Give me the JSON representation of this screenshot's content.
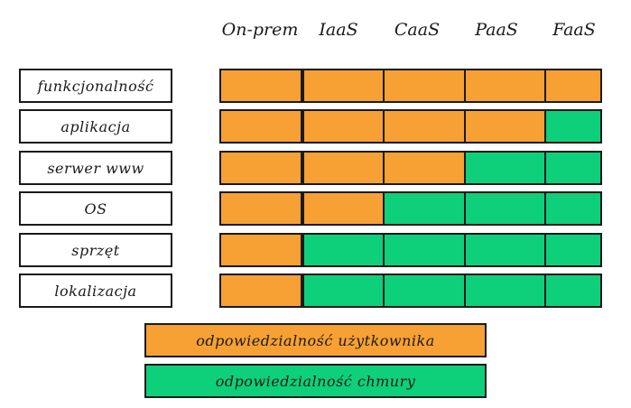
{
  "colors": {
    "user": "#f7a033",
    "cloud": "#0ed07a"
  },
  "columns": [
    "On-prem",
    "IaaS",
    "CaaS",
    "PaaS",
    "FaaS"
  ],
  "rows": [
    {
      "label": "funkcjonalność",
      "cells": [
        "user",
        "user",
        "user",
        "user",
        "user"
      ]
    },
    {
      "label": "aplikacja",
      "cells": [
        "user",
        "user",
        "user",
        "user",
        "cloud"
      ]
    },
    {
      "label": "serwer www",
      "cells": [
        "user",
        "user",
        "user",
        "cloud",
        "cloud"
      ]
    },
    {
      "label": "OS",
      "cells": [
        "user",
        "user",
        "cloud",
        "cloud",
        "cloud"
      ]
    },
    {
      "label": "sprzęt",
      "cells": [
        "user",
        "cloud",
        "cloud",
        "cloud",
        "cloud"
      ]
    },
    {
      "label": "lokalizacja",
      "cells": [
        "user",
        "cloud",
        "cloud",
        "cloud",
        "cloud"
      ]
    }
  ],
  "legend": {
    "user": "odpowiedzialność użytkownika",
    "cloud": "odpowiedzialność chmury"
  }
}
